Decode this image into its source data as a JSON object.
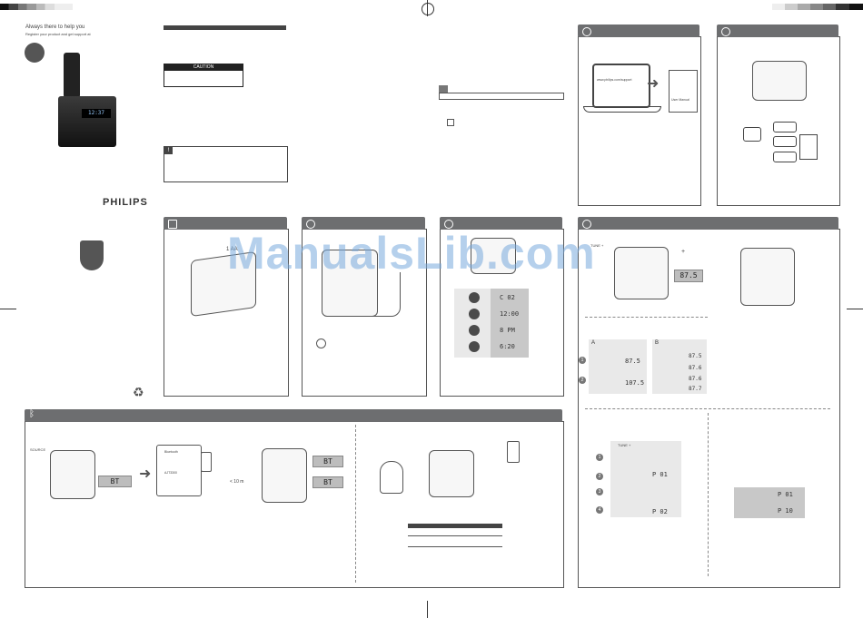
{
  "header": {
    "tagline": "Always there to help you",
    "register": "Register your product and get support at"
  },
  "brand": {
    "name": "PHILIPS"
  },
  "warning": {
    "label": "CAUTION"
  },
  "battery_label": "1 AA",
  "support_url": "www.philips.com/support",
  "manual_label": "User Manual",
  "watermark": "ManualsLib.com",
  "time_displays": {
    "a": "C 02",
    "b": "12:00",
    "c": "8 PM",
    "d": "6:20"
  },
  "radio": {
    "tune_label": "TUNE +",
    "freq_main": "87.5",
    "vol_label": "+",
    "a_freqs": [
      "87.5",
      "107.5"
    ],
    "b_freqs": [
      "87.5",
      "87.6",
      "87.6",
      "87.7"
    ]
  },
  "presets": {
    "tune_label": "TUNE +",
    "p1": "P 01",
    "p2": "P 02",
    "p3": "P 01",
    "p4": "P 10"
  },
  "section_letters": [
    "A",
    "B"
  ],
  "step_numbers": [
    "1",
    "2",
    "3",
    "4"
  ],
  "bt": {
    "display": "BT",
    "distance": "< 10 m",
    "source_label": "SOURCE",
    "bluetooth_label": "Bluetooth",
    "pair_name": "AJT3300"
  },
  "colors": {
    "tab": "#6d6e70",
    "watermark": "#78aadc"
  }
}
